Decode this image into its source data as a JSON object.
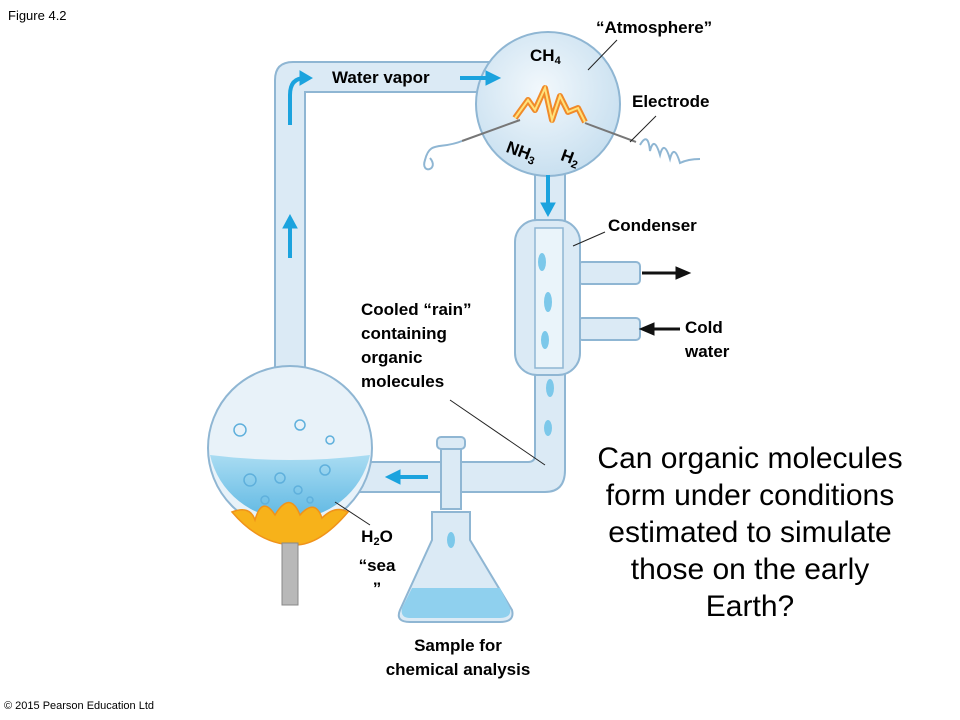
{
  "figure_label": "Figure 4.2",
  "copyright": "© 2015 Pearson Education Ltd",
  "labels": {
    "atmosphere": "“Atmosphere”",
    "ch4": {
      "base": "CH",
      "sub": "4"
    },
    "water_vapor": "Water vapor",
    "electrode": "Electrode",
    "nh3": {
      "base": "NH",
      "sub": "3"
    },
    "h2": {
      "base": "H",
      "sub": "2"
    },
    "condenser": "Condenser",
    "cold_water": [
      "Cold",
      "water"
    ],
    "cooled_rain": [
      "Cooled “rain”",
      "containing",
      "organic",
      "molecules"
    ],
    "h2o_sea": {
      "h": "H",
      "sub": "2",
      "o": "O",
      "line2": "“sea",
      "line3": "”"
    },
    "sample": [
      "Sample for",
      "chemical analysis"
    ]
  },
  "question": "Can organic molecules form under conditions estimated to simulate those on the early Earth?",
  "colors": {
    "glass": "#dbeaf5",
    "glass_edge": "#8fb6d3",
    "water": "#7cc8ea",
    "arrow_blue": "#1ba3de",
    "flame": "#f7b21a",
    "spark": "#f08a2a"
  }
}
